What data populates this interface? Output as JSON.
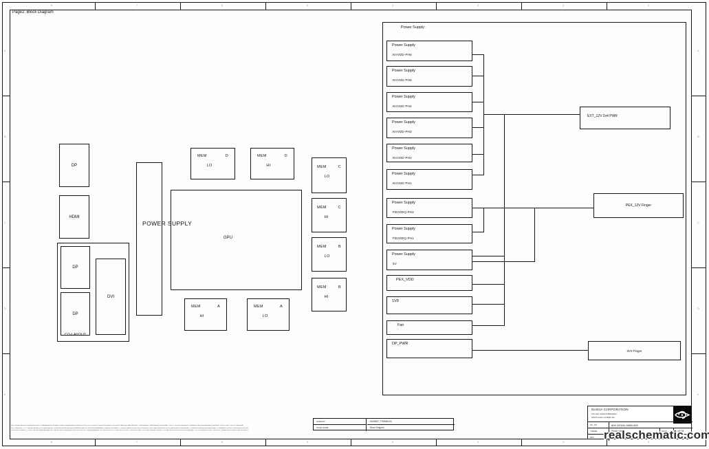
{
  "page_label": "Page2: Block Diagram",
  "watermark": "realschematic.com",
  "border": {
    "cols": [
      "8",
      "7",
      "6",
      "5",
      "4",
      "3",
      "2",
      "1"
    ],
    "rows": [
      "A",
      "B",
      "C",
      "D",
      "E"
    ]
  },
  "left_blocks": {
    "dp_top": "DP",
    "hdmi": "HDMI",
    "colayout": {
      "label": "CO-LAYOUT",
      "dp_upper": "DP",
      "dp_lower": "DP",
      "dvi": "DVI"
    },
    "power_supply": "POWER SUPPLY",
    "gpu": "GPU"
  },
  "mem_blocks": [
    {
      "name": "MEM",
      "channel": "D",
      "half": "LO"
    },
    {
      "name": "MEM",
      "channel": "D",
      "half": "HI"
    },
    {
      "name": "MEM",
      "channel": "C",
      "half": "LO"
    },
    {
      "name": "MEM",
      "channel": "C",
      "half": "HI"
    },
    {
      "name": "MEM",
      "channel": "B",
      "half": "LO"
    },
    {
      "name": "MEM",
      "channel": "B",
      "half": "HI"
    },
    {
      "name": "MEM",
      "channel": "A",
      "half": "HI"
    },
    {
      "name": "MEM",
      "channel": "A",
      "half": "LO"
    }
  ],
  "psu_panel": {
    "title": "Power Supply:",
    "items": [
      {
        "title": "Power Supply",
        "sub": "NVVDD-PH6"
      },
      {
        "title": "Power Supply",
        "sub": "NVVDD-PH5"
      },
      {
        "title": "Power Supply",
        "sub": "NVVDD-PH4"
      },
      {
        "title": "Power Supply",
        "sub": "NVVDD-PH3"
      },
      {
        "title": "Power Supply",
        "sub": "NVVDD-PH2"
      },
      {
        "title": "Power Supply",
        "sub": "NVVDD-PH1"
      },
      {
        "title": "Power Supply",
        "sub": "FBVDDQ-PH2"
      },
      {
        "title": "Power Supply",
        "sub": "FBVDDQ-PH1"
      },
      {
        "title": "Power Supply",
        "sub": "5V"
      },
      {
        "title": "PEX_VDD",
        "sub": ""
      },
      {
        "title": "1V8",
        "sub": ""
      },
      {
        "title": "Fan",
        "sub": ""
      },
      {
        "title": "DP_PWR",
        "sub": ""
      }
    ]
  },
  "connectors": {
    "ext_12v": "EXT_12V 2x4 PWR",
    "pex_12v": "PEX_12V Finger",
    "v3v3": "3V3 Finger"
  },
  "footer_table": {
    "rows": [
      {
        "label": "VARIANT",
        "value": "60A56BT_P3684B100"
      },
      {
        "label": "PAGE NAME",
        "value": "Block Diagram"
      }
    ]
  },
  "title_block": {
    "company": "NVIDIA CORPORATION",
    "address1": "2701 SAN TOMAS EXPRESSWAY",
    "address2": "SANTA CLARA, CA 95050 USA",
    "pn_label": "NV_PN",
    "part_number": "600-1G161-0A56-000",
    "theme_label": "THEME",
    "theme_value": "PG161-000",
    "page_label": "PAGE",
    "page_value": "2 OF 52",
    "rev_label": "REV",
    "rev_value": "A"
  },
  "legal_lines": [
    "ALL NVIDIA DESIGN SPECIFICATIONS, REFERENCE BOARDS, FILES, DRAWINGS, DIAGNOSTICS, LISTS AND OTHER DOCUMENTS (TOGETHER AND SEPARATELY, \"MATERIALS\") ARE BEING PROVIDED \"AS IS.\" NVIDIA MAKES NO WARRANTIES, EXPRESSED, IMPLIED, STATUTORY, OR OTHERWISE",
    "WITH RESPECT TO THE MATERIALS, AND EXPRESSLY DISCLAIMS ALL IMPLIED WARRANTIES OF NONINFRINGEMENT, MERCHANTABILITY, AND FITNESS FOR A PARTICULAR PURPOSE. INFORMATION FURNISHED IS BELIEVED TO BE ACCURATE AND RELIABLE. HOWEVER, NVIDIA CORPORATION ASSUMES",
    "NO RESPONSIBILITY FOR THE CONSEQUENCES OF USE OF SUCH INFORMATION OR FOR ANY INFRINGEMENT OF PATENTS OR OTHER RIGHTS OF THIRD PARTIES THAT MAY RESULT FROM ITS USE. SPECIFICATIONS ARE SUBJECT TO CHANGE WITHOUT NOTICE. TRADE MARK PRACTICE, NVIDIA TRADEMARKS"
  ]
}
